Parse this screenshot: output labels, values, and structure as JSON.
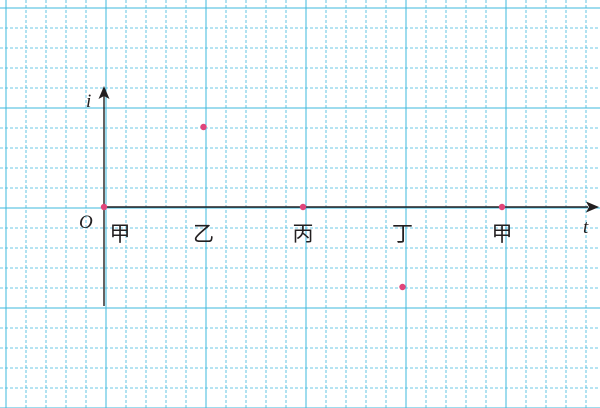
{
  "axes": {
    "y_label": "i",
    "x_label": "t",
    "origin_label": "O"
  },
  "stage_labels": [
    "甲",
    "乙",
    "丙",
    "丁",
    "甲"
  ],
  "points": [
    {
      "stage": 0,
      "value": 0
    },
    {
      "stage": 1,
      "value": 1
    },
    {
      "stage": 2,
      "value": 0
    },
    {
      "stage": 3,
      "value": -1
    },
    {
      "stage": 4,
      "value": 0
    }
  ],
  "colors": {
    "grid_major": "#3db8dc",
    "grid_minor": "#3db8dc",
    "axis": "#231f20",
    "point": "#e0457b",
    "label": "#231f20"
  }
}
